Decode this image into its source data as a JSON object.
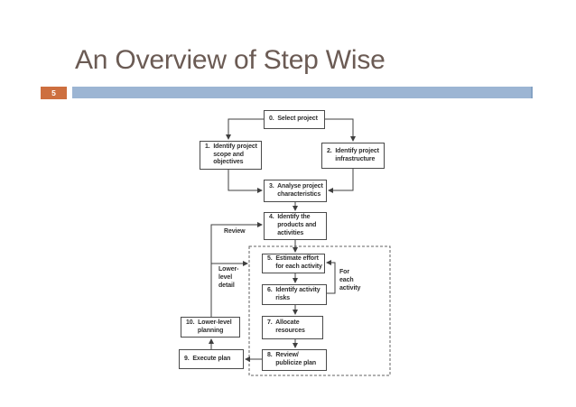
{
  "slide": {
    "title": "An Overview of Step Wise",
    "number": "5"
  },
  "colors": {
    "title_text": "#6b5b54",
    "page_number_bg": "#cd6f3f",
    "title_bar_blue": "#9cb5d3",
    "diagram_line": "#3f3f3f"
  },
  "flowchart": {
    "nodes": [
      {
        "id": "step-0",
        "text": "0.  Select project"
      },
      {
        "id": "step-1",
        "text": "1.  Identify project\n     scope and\n     objectives"
      },
      {
        "id": "step-2",
        "text": "2.  Identify project\n     infrastructure"
      },
      {
        "id": "step-3",
        "text": "3.  Analyse project\n     characteristics"
      },
      {
        "id": "step-4",
        "text": "4.  Identify the\n     products and\n     activities"
      },
      {
        "id": "step-5",
        "text": "5.  Estimate effort\n     for each activity"
      },
      {
        "id": "step-6",
        "text": "6.  Identify activity\n     risks"
      },
      {
        "id": "step-7",
        "text": "7.  Allocate\n     resources"
      },
      {
        "id": "step-8",
        "text": "8.  Review/\n     publicize plan"
      },
      {
        "id": "step-9",
        "text": "9.  Execute plan"
      },
      {
        "id": "step-10",
        "text": "10.  Lower-level\n       planning"
      }
    ],
    "labels": {
      "review": "Review",
      "lower_level_detail": "Lower-\nlevel\ndetail",
      "for_each_activity": "For\neach\nactivity"
    }
  }
}
